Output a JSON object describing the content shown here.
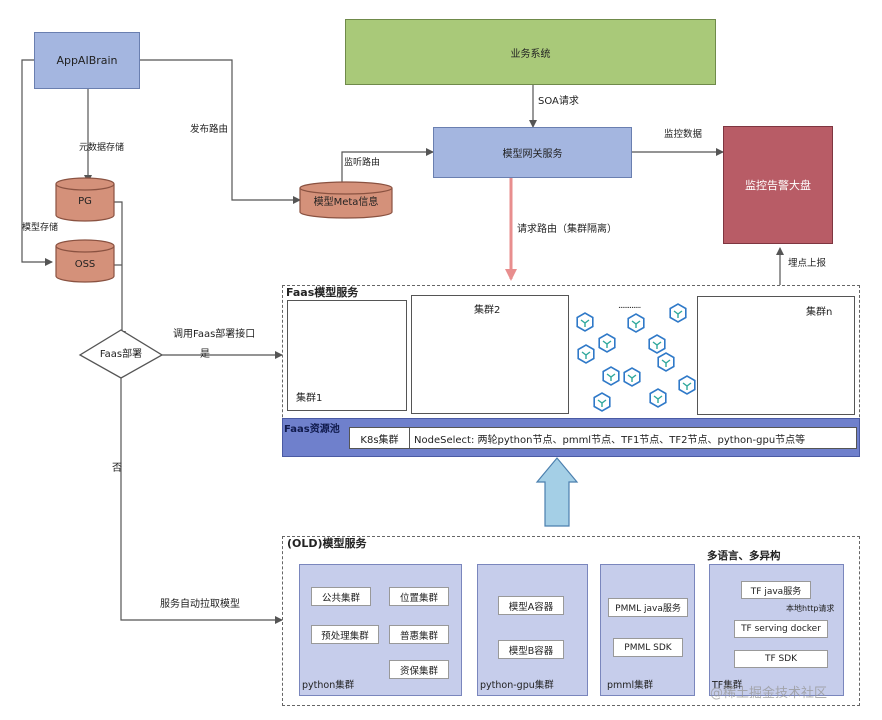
{
  "nodes": {
    "business": "业务系统",
    "appaibrain": "AppAIBrain",
    "gateway": "模型网关服务",
    "monitor": "监控告警大盘",
    "pg": "PG",
    "oss": "OSS",
    "meta": "模型Meta信息",
    "faas_deploy": "Faas部署"
  },
  "edges": {
    "soa": "SOA请求",
    "meta_store": "元数据存储",
    "publish_route": "发布路由",
    "listen_route": "监听路由",
    "monitor_data": "监控数据",
    "model_store": "模型存储",
    "req_route": "请求路由（集群隔离）",
    "report": "埋点上报",
    "call_faas": "调用Faas部署接口",
    "yes": "是",
    "no": "否",
    "auto_pull": "服务自动拉取模型",
    "local_http": "本地http请求"
  },
  "faas": {
    "title": "Faas模型服务",
    "cluster1": "集群1",
    "cluster2": "集群2",
    "ellipsis": "............",
    "clustern": "集群n",
    "pool_title": "Faas资源池",
    "k8s": "K8s集群",
    "nodeselect": "NodeSelect: 两轮python节点、pmml节点、TF1节点、TF2节点、python-gpu节点等"
  },
  "old": {
    "title": "(OLD)模型服务",
    "multi": "多语言、多异构",
    "python": {
      "name": "python集群",
      "items": [
        "公共集群",
        "位置集群",
        "预处理集群",
        "普惠集群",
        "资保集群"
      ]
    },
    "gpu": {
      "name": "python-gpu集群",
      "items": [
        "模型A容器",
        "模型B容器"
      ]
    },
    "pmml": {
      "name": "pmml集群",
      "items": [
        "PMML java服务",
        "PMML SDK"
      ]
    },
    "tf": {
      "name": "TF集群",
      "items": [
        "TF java服务",
        "TF serving docker",
        "TF SDK"
      ]
    }
  },
  "watermark": "@稀土掘金技术社区",
  "colors": {
    "green": "#a9c979",
    "blue": "#a4b6e0",
    "red": "#b85c66",
    "brown": "#d4917a",
    "pool": "#6f80cc",
    "light": "#c6cdeb",
    "pink_arrow": "#e88e8e",
    "icon": "#2f79c8",
    "icon_inner": "#2fa89c"
  }
}
